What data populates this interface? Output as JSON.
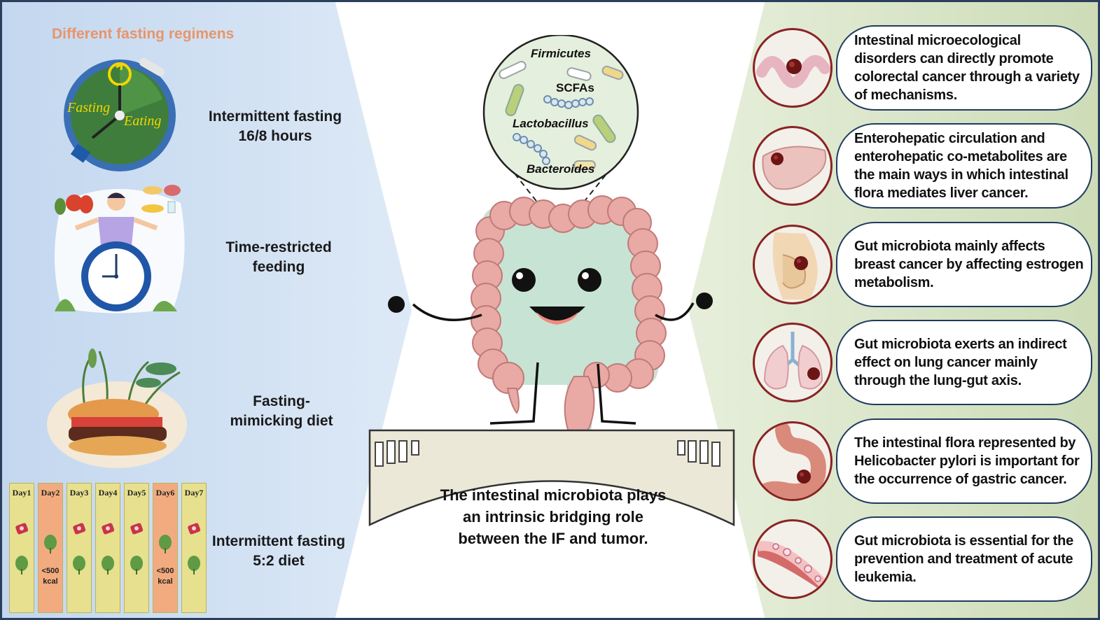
{
  "left_panel": {
    "heading": "Different fasting regimens",
    "clock_labels": {
      "fasting": "Fasting",
      "eating": "Eating"
    },
    "regimens": [
      {
        "label": "Intermittent fasting\n16/8 hours"
      },
      {
        "label": "Time-restricted\nfeeding"
      },
      {
        "label": "Fasting-\nmimicking diet"
      },
      {
        "label": "Intermittent fasting\n5:2 diet"
      }
    ],
    "days": [
      {
        "label": "Day1",
        "type": "normal"
      },
      {
        "label": "Day2",
        "type": "fast",
        "kcal": "<500\nkcal"
      },
      {
        "label": "Day3",
        "type": "normal"
      },
      {
        "label": "Day4",
        "type": "normal"
      },
      {
        "label": "Day5",
        "type": "normal"
      },
      {
        "label": "Day6",
        "type": "fast",
        "kcal": "<500\nkcal"
      },
      {
        "label": "Day7",
        "type": "normal"
      }
    ]
  },
  "center": {
    "bacteria": [
      "Firmicutes",
      "SCFAs",
      "Lactobacillus",
      "Bacteroides"
    ],
    "bridge_text": "The intestinal microbiota plays\nan intrinsic bridging role\nbetween the IF and tumor."
  },
  "right_panel": {
    "cancers": [
      {
        "icon": "colon-icon",
        "text": "Intestinal microecological disorders can directly promote colorectal cancer through a variety of mechanisms."
      },
      {
        "icon": "liver-icon",
        "text": "Enterohepatic circulation and enterohepatic co-metabolites are the main ways in which intestinal flora mediates liver cancer."
      },
      {
        "icon": "breast-icon",
        "text": "Gut microbiota mainly affects breast cancer by affecting estrogen metabolism."
      },
      {
        "icon": "lung-icon",
        "text": "Gut microbiota exerts an indirect effect on lung cancer mainly through the lung-gut axis."
      },
      {
        "icon": "stomach-icon",
        "text": "The intestinal flora represented by Helicobacter pylori is important for the occurrence of gastric cancer."
      },
      {
        "icon": "blood-vessel-icon",
        "text": "Gut microbiota is essential for the prevention and treatment of acute leukemia."
      }
    ]
  },
  "colors": {
    "left_bg": "#cfe0f3",
    "right_bg": "#dbe7cc",
    "heading": "#e8956a",
    "bubble_border": "#1f3b5e",
    "ring_border": "#8a2323",
    "colon": "#e7a6a3",
    "colon_face": "#c5e3d3"
  }
}
